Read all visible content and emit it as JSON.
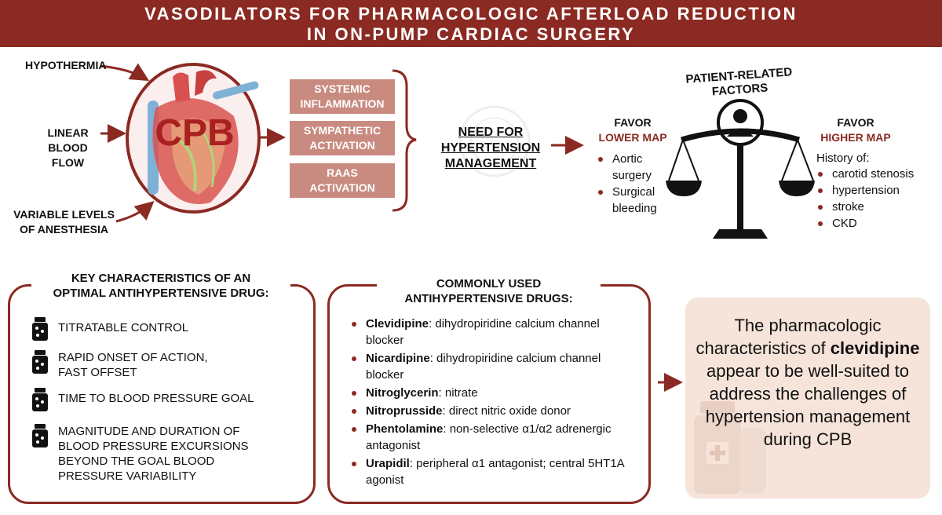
{
  "title": {
    "line1": "VASODILATORS FOR PHARMACOLOGIC AFTERLOAD REDUCTION",
    "line2": "IN ON-PUMP CARDIAC SURGERY"
  },
  "cpb": {
    "center_label": "CPB",
    "inputs": [
      "HYPOTHERMIA",
      "LINEAR\nBLOOD FLOW",
      "VARIABLE LEVELS\nOF ANESTHESIA"
    ],
    "effects": [
      "SYSTEMIC\nINFLAMMATION",
      "SYMPATHETIC\nACTIVATION",
      "RAAS\nACTIVATION"
    ],
    "result": "NEED FOR\nHYPERTENSION\nMANAGEMENT"
  },
  "patient": {
    "title": "PATIENT-RELATED\nFACTORS",
    "lower": {
      "label": "FAVOR",
      "target": "LOWER MAP",
      "items": [
        "Aortic surgery",
        "Surgical bleeding"
      ]
    },
    "higher": {
      "label": "FAVOR",
      "target": "HIGHER MAP",
      "intro": "History of:",
      "items": [
        "carotid stenosis",
        "hypertension",
        "stroke",
        "CKD"
      ]
    }
  },
  "characteristics": {
    "title": "KEY CHARACTERISTICS OF AN\nOPTIMAL ANTIHYPERTENSIVE DRUG:",
    "items": [
      "TITRATABLE CONTROL",
      "RAPID ONSET OF ACTION,\nFAST OFFSET",
      "TIME TO BLOOD PRESSURE GOAL",
      "MAGNITUDE AND DURATION OF\nBLOOD PRESSURE EXCURSIONS\nBEYOND THE GOAL BLOOD\nPRESSURE VARIABILITY"
    ]
  },
  "drugs": {
    "title": "COMMONLY USED\nANTIHYPERTENSIVE DRUGS:",
    "items": [
      {
        "name": "Clevidipine",
        "desc": ": dihydropiridine calcium channel blocker"
      },
      {
        "name": "Nicardipine",
        "desc": ": dihydropiridine calcium channel blocker"
      },
      {
        "name": "Nitroglycerin",
        "desc": ": nitrate"
      },
      {
        "name": "Nitroprusside",
        "desc": ": direct nitric oxide donor"
      },
      {
        "name": "Phentolamine",
        "desc": ": non-selective α1/α2 adrenergic antagonist"
      },
      {
        "name": "Urapidil",
        "desc": ": peripheral α1 antagonist; central 5HT1A agonist"
      }
    ]
  },
  "conclusion": {
    "before": "The pharmacologic characteristics of",
    "highlight": "clevidipine",
    "after": "appear to be well-suited to address the challenges of hypertension management during CPB"
  },
  "colors": {
    "accent": "#8b2a22",
    "box": "#c98b80",
    "conclusion_bg": "#f6e4da"
  }
}
